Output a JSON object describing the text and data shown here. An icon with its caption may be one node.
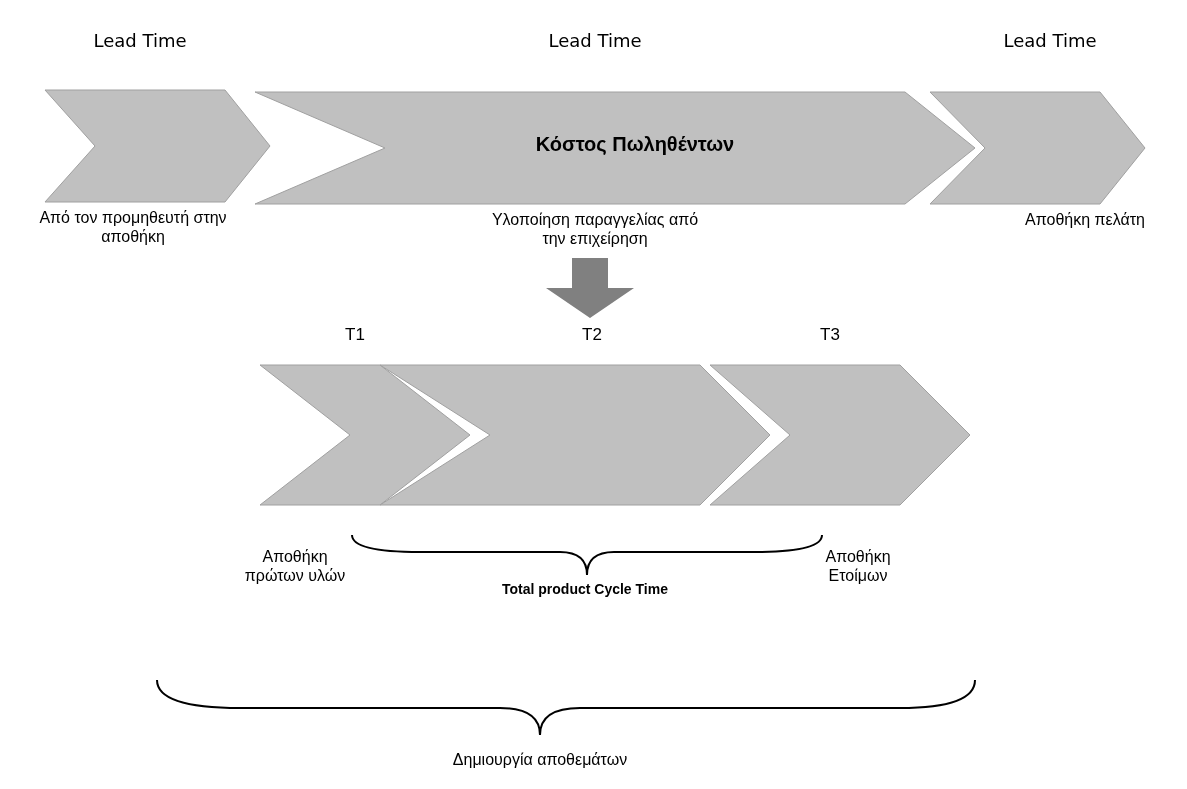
{
  "diagram": {
    "nodes": [
      {
        "text": [
          "Lead Time"
        ],
        "beside": [
          "Από τον προμηθευτή στην αποθήκη"
        ]
      },
      {
        "text": [
          "Lead Time",
          "Κόστος Πωληθέντων"
        ],
        "beside": [
          "Υλοποίηση παραγγελίας από την επιχείρηση"
        ]
      },
      {
        "text": [
          "Lead Time"
        ],
        "beside": [
          "Αποθήκη πελάτη"
        ]
      },
      {
        "text": [
          "T1"
        ],
        "beside": [
          "Αποθήκη πρώτων υλών"
        ]
      },
      {
        "text": [
          "T2"
        ]
      },
      {
        "text": [
          "T3"
        ],
        "beside": [
          "Αποθήκη Ετοίμων"
        ]
      }
    ],
    "labels": [
      "Total product Cycle Time",
      "Δημιουργία αποθεμάτων"
    ]
  }
}
